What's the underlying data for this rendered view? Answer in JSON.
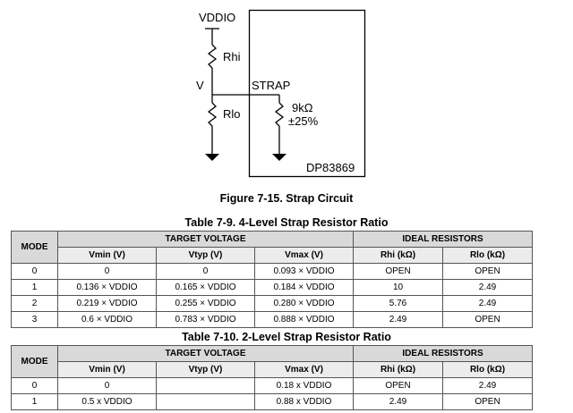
{
  "figure": {
    "vddio_label": "VDDIO",
    "rhi_label": "Rhi",
    "v_label": "V",
    "strap_label": "STRAP",
    "rlo_label": "Rlo",
    "pulldown_value": "9kΩ",
    "pulldown_tolerance": "±25%",
    "chip_label": "DP83869",
    "caption": "Figure 7-15. Strap Circuit"
  },
  "table1": {
    "caption": "Table 7-9. 4-Level Strap Resistor Ratio",
    "mode_header": "MODE",
    "group_target": "TARGET VOLTAGE",
    "group_ideal": "IDEAL RESISTORS",
    "columns": [
      "Vmin (V)",
      "Vtyp (V)",
      "Vmax (V)",
      "Rhi (kΩ)",
      "Rlo (kΩ)"
    ],
    "rows": [
      [
        "0",
        "0",
        "0",
        "0.093 × VDDIO",
        "OPEN",
        "OPEN"
      ],
      [
        "1",
        "0.136 × VDDIO",
        "0.165 × VDDIO",
        "0.184 × VDDIO",
        "10",
        "2.49"
      ],
      [
        "2",
        "0.219 × VDDIO",
        "0.255 × VDDIO",
        "0.280 × VDDIO",
        "5.76",
        "2.49"
      ],
      [
        "3",
        "0.6 × VDDIO",
        "0.783 × VDDIO",
        "0.888 × VDDIO",
        "2.49",
        "OPEN"
      ]
    ]
  },
  "table2": {
    "caption": "Table 7-10. 2-Level Strap Resistor Ratio",
    "mode_header": "MODE",
    "group_target": "TARGET VOLTAGE",
    "group_ideal": "IDEAL RESISTORS",
    "columns": [
      "Vmin (V)",
      "Vtyp (V)",
      "Vmax (V)",
      "Rhi (kΩ)",
      "Rlo (kΩ)"
    ],
    "rows": [
      [
        "0",
        "0",
        "",
        "0.18 x VDDIO",
        "OPEN",
        "2.49"
      ],
      [
        "1",
        "0.5 x VDDIO",
        "",
        "0.88 x VDDIO",
        "2.49",
        "OPEN"
      ]
    ]
  }
}
